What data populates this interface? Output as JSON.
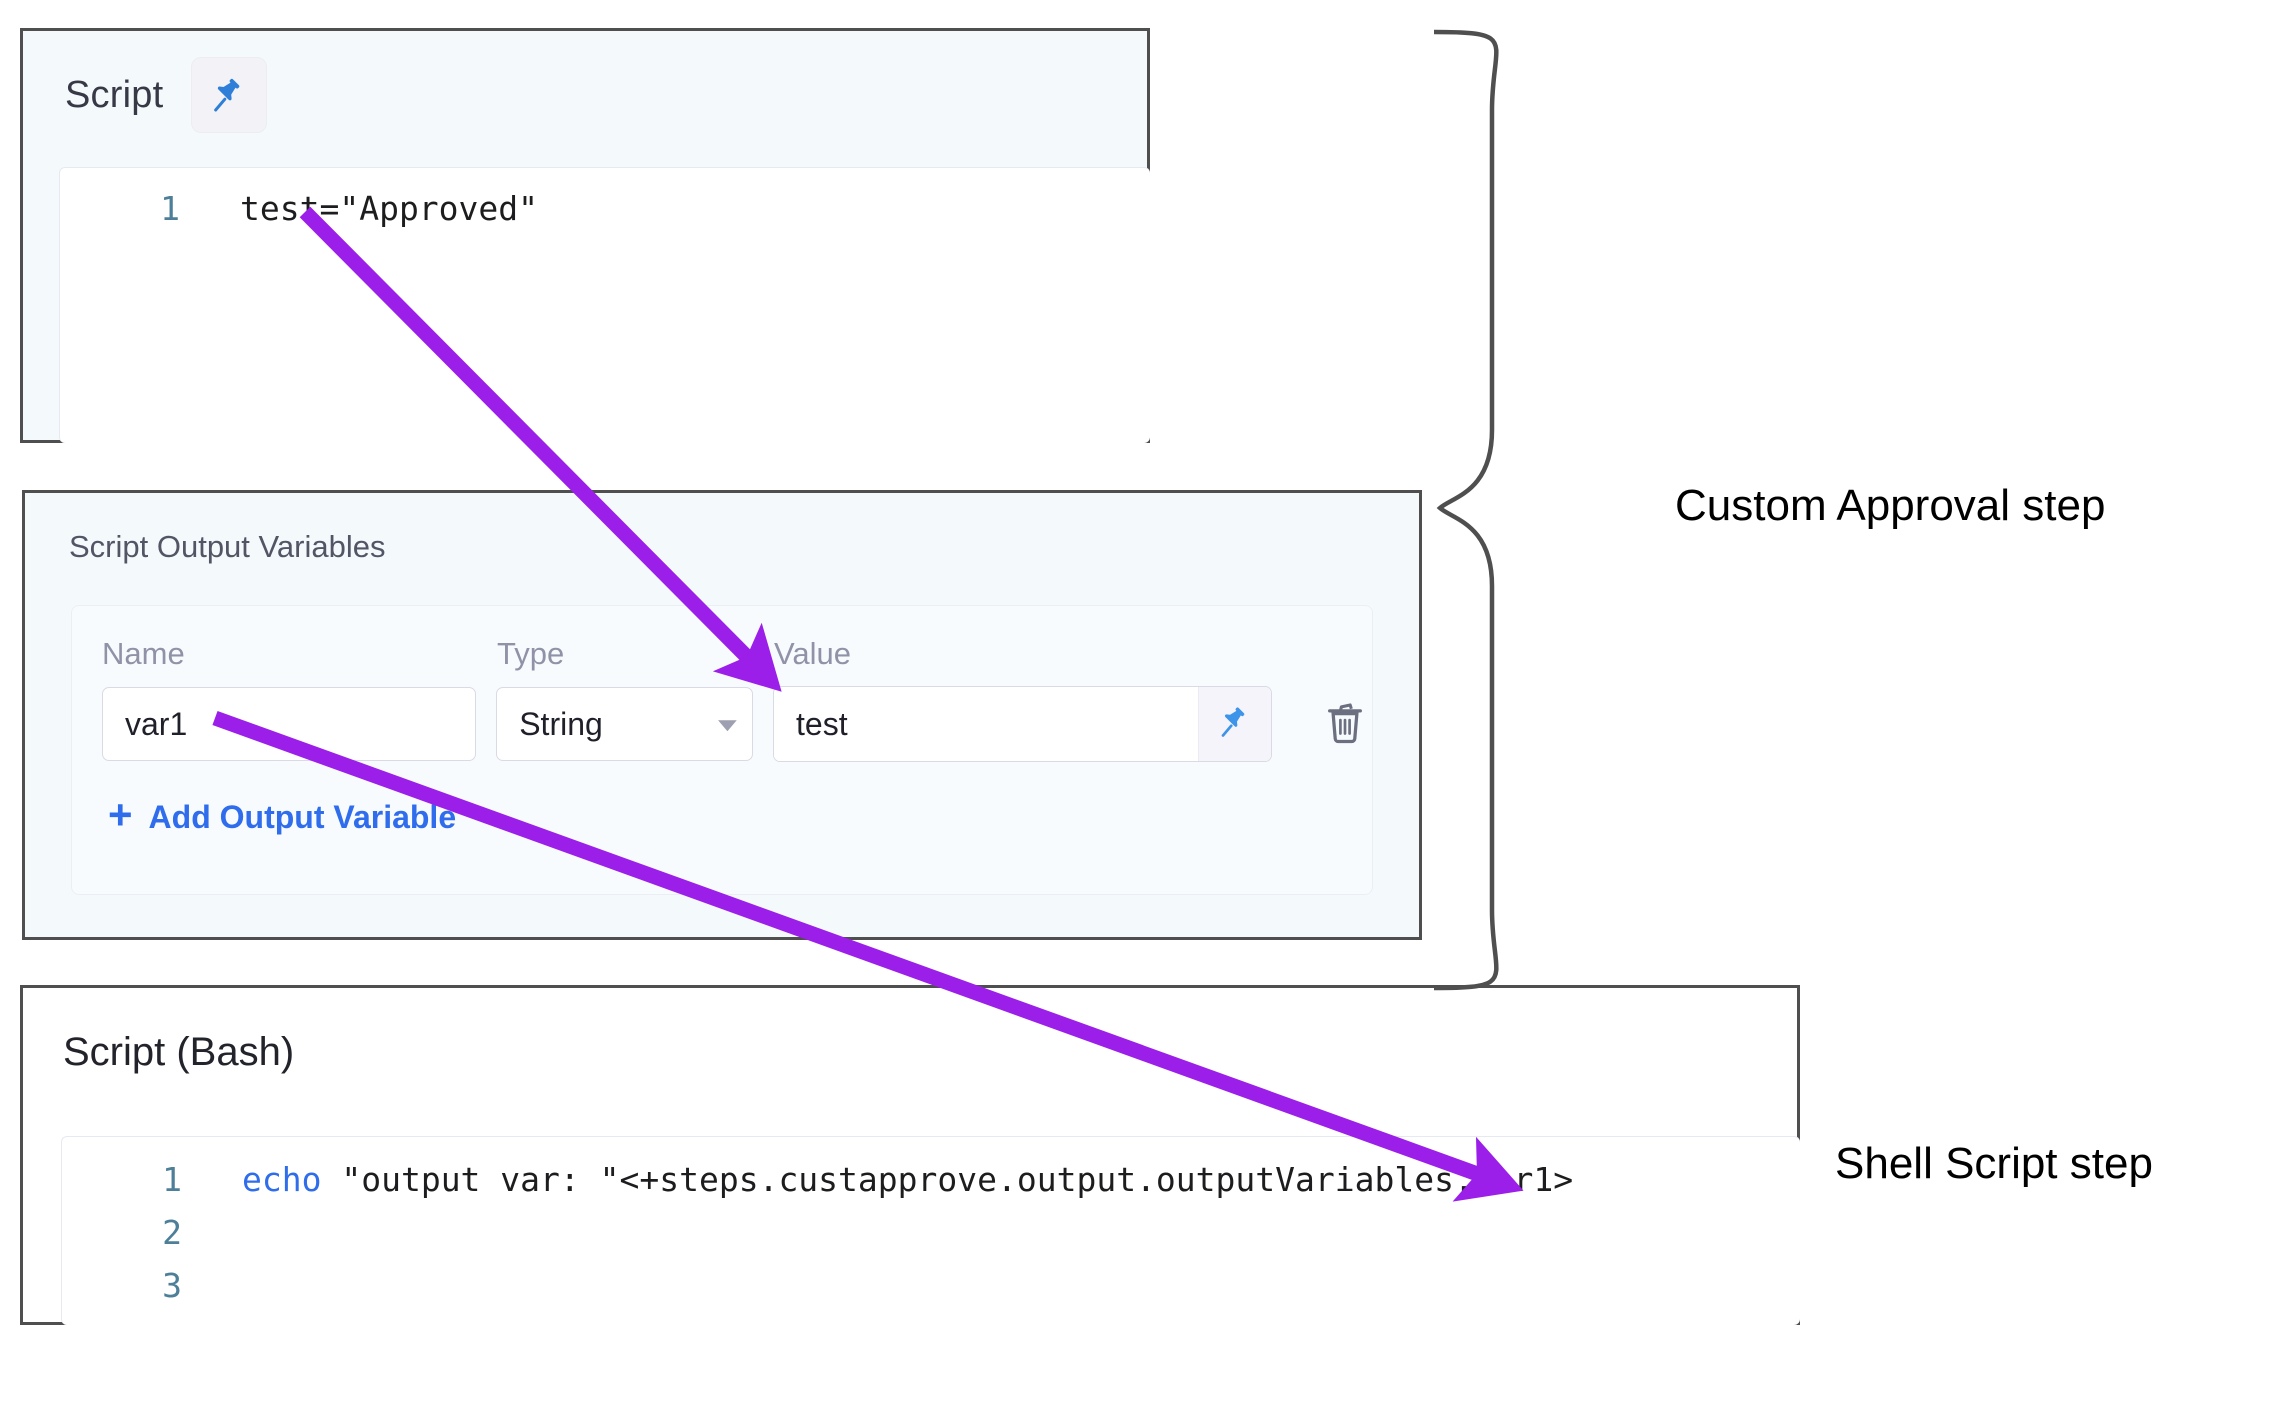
{
  "script_panel": {
    "title": "Script",
    "pin_icon": "pin-icon",
    "code": {
      "lines": [
        {
          "number": "1",
          "text": "test=\"Approved\""
        }
      ]
    }
  },
  "output_variables_panel": {
    "title": "Script Output Variables",
    "columns": {
      "name": "Name",
      "type": "Type",
      "value": "Value"
    },
    "rows": [
      {
        "name": "var1",
        "type": "String",
        "type_options": [
          "String"
        ],
        "value": "test",
        "pin_icon": "pin-icon",
        "delete_icon": "trash-icon",
        "chevron_icon": "chevron-down-icon"
      }
    ],
    "add_link": {
      "plus": "+",
      "label": "Add Output Variable"
    }
  },
  "bash_panel": {
    "title": "Script (Bash)",
    "code": {
      "lines": [
        {
          "number": "1",
          "keyword": "echo",
          "rest": " \"output var: \"<+steps.custapprove.output.outputVariables.var1>"
        },
        {
          "number": "2",
          "keyword": "",
          "rest": ""
        },
        {
          "number": "3",
          "keyword": "",
          "rest": ""
        }
      ]
    }
  },
  "annotations": {
    "custom_approval_label": "Custom Approval step",
    "shell_script_label": "Shell Script step",
    "arrow_color": "#9b1fe8",
    "brace_color": "#4f4f4f"
  }
}
